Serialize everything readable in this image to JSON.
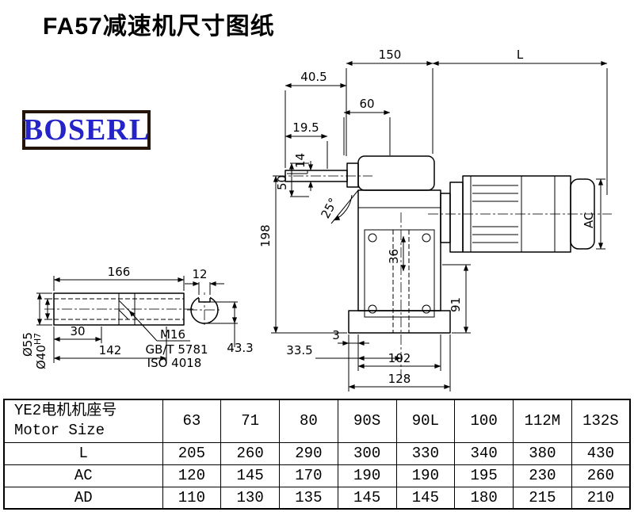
{
  "title": "FA57减速机尺寸图纸",
  "logo_text": "BOSERL",
  "drawing": {
    "dims": {
      "top_150": "150",
      "top_L": "L",
      "d40_5": "40.5",
      "d60": "60",
      "d19_5": "19.5",
      "d14": "14",
      "d50": "50",
      "angle_25": "25°",
      "d198": "198",
      "ac": "AC",
      "d36": "36",
      "d91": "91",
      "d166": "166",
      "d12": "12",
      "d30": "30",
      "d142": "142",
      "dia55": "Ø55",
      "dia40": "Ø40",
      "dia40_tol": "H7",
      "thread": "M16",
      "thread_std1": "GB/T 5781",
      "thread_std2": "ISO 4018",
      "d43_3": "43.3",
      "d3": "3",
      "d33_5": "33.5",
      "d102": "102",
      "d128": "128"
    }
  },
  "table": {
    "header_cn": "YE2电机机座号",
    "header_en": "Motor Size",
    "sizes": [
      "63",
      "71",
      "80",
      "90S",
      "90L",
      "100",
      "112M",
      "132S"
    ],
    "rows": [
      {
        "label": "L",
        "values": [
          "205",
          "260",
          "290",
          "300",
          "330",
          "340",
          "380",
          "430"
        ]
      },
      {
        "label": "AC",
        "values": [
          "120",
          "145",
          "170",
          "190",
          "190",
          "195",
          "230",
          "260"
        ]
      },
      {
        "label": "AD",
        "values": [
          "110",
          "130",
          "135",
          "145",
          "145",
          "180",
          "215",
          "210"
        ]
      }
    ]
  }
}
